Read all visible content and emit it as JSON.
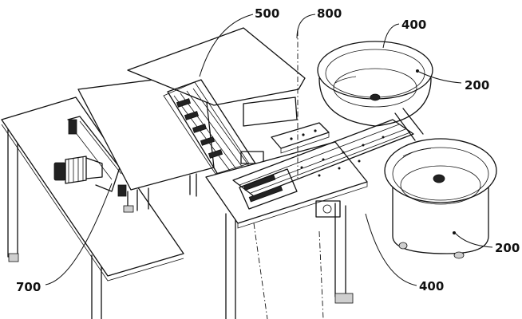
{
  "labels": {
    "l500": "500",
    "l800": "800",
    "l400_top": "400",
    "l200_top": "200",
    "l200_bottom": "200",
    "l400_bottom": "400",
    "l700": "700"
  }
}
